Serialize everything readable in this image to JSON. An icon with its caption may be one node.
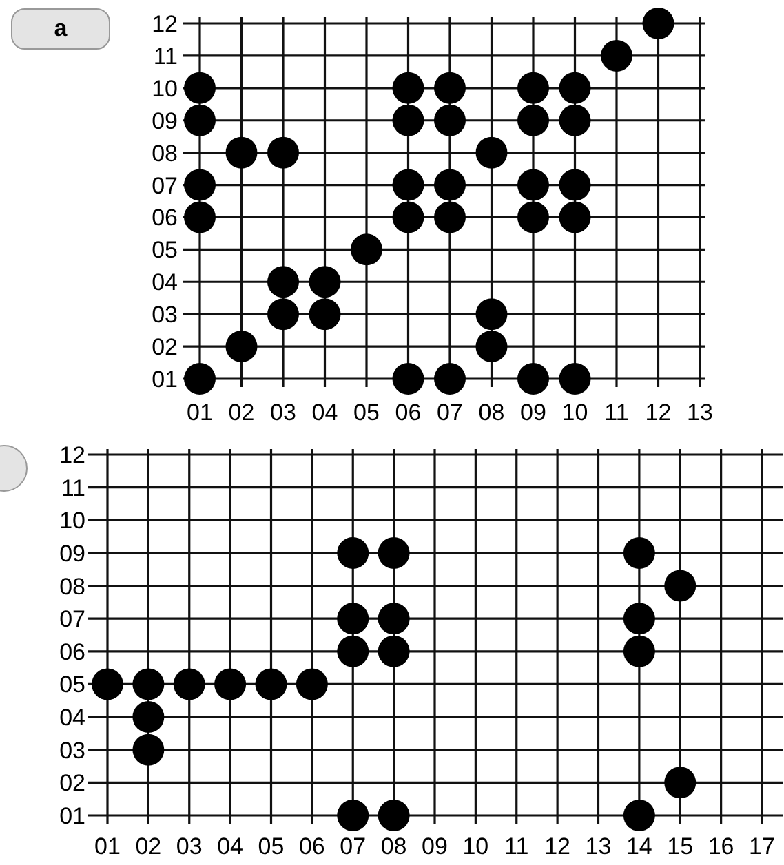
{
  "diagram": {
    "labels": [
      "a"
    ],
    "chart_data": [
      {
        "type": "scatter",
        "grid": true,
        "xlim": [
          1,
          13
        ],
        "ylim": [
          1,
          12
        ],
        "xticks": [
          {
            "value": 1,
            "label": "01"
          },
          {
            "value": 2,
            "label": "02"
          },
          {
            "value": 3,
            "label": "03"
          },
          {
            "value": 4,
            "label": "04"
          },
          {
            "value": 5,
            "label": "05"
          },
          {
            "value": 6,
            "label": "06"
          },
          {
            "value": 7,
            "label": "07"
          },
          {
            "value": 8,
            "label": "08"
          },
          {
            "value": 9,
            "label": "09"
          },
          {
            "value": 10,
            "label": "10"
          },
          {
            "value": 11,
            "label": "11"
          },
          {
            "value": 12,
            "label": "12"
          },
          {
            "value": 13,
            "label": "13"
          }
        ],
        "yticks": [
          {
            "value": 1,
            "label": "01"
          },
          {
            "value": 2,
            "label": "02"
          },
          {
            "value": 3,
            "label": "03"
          },
          {
            "value": 4,
            "label": "04"
          },
          {
            "value": 5,
            "label": "05"
          },
          {
            "value": 6,
            "label": "06"
          },
          {
            "value": 7,
            "label": "07"
          },
          {
            "value": 8,
            "label": "08"
          },
          {
            "value": 9,
            "label": "09"
          },
          {
            "value": 10,
            "label": "10"
          },
          {
            "value": 11,
            "label": "11"
          },
          {
            "value": 12,
            "label": "12"
          }
        ],
        "x": [
          1,
          1,
          1,
          1,
          1,
          2,
          2,
          3,
          3,
          3,
          4,
          4,
          5,
          6,
          6,
          6,
          6,
          6,
          7,
          7,
          7,
          7,
          7,
          8,
          8,
          8,
          9,
          9,
          9,
          9,
          9,
          10,
          10,
          10,
          10,
          10,
          11,
          12
        ],
        "series": [
          {
            "color": "#000000",
            "values": [
              10,
              9,
              7,
              6,
              1,
              8,
              2,
              8,
              4,
              3,
              4,
              3,
              5,
              10,
              9,
              7,
              6,
              1,
              10,
              9,
              7,
              6,
              1,
              8,
              3,
              2,
              10,
              9,
              7,
              6,
              1,
              10,
              9,
              7,
              6,
              1,
              11,
              12
            ]
          }
        ]
      },
      {
        "type": "scatter",
        "grid": true,
        "xlim": [
          1,
          17
        ],
        "ylim": [
          1,
          12
        ],
        "xticks": [
          {
            "value": 1,
            "label": "01"
          },
          {
            "value": 2,
            "label": "02"
          },
          {
            "value": 3,
            "label": "03"
          },
          {
            "value": 4,
            "label": "04"
          },
          {
            "value": 5,
            "label": "05"
          },
          {
            "value": 6,
            "label": "06"
          },
          {
            "value": 7,
            "label": "07"
          },
          {
            "value": 8,
            "label": "08"
          },
          {
            "value": 9,
            "label": "09"
          },
          {
            "value": 10,
            "label": "10"
          },
          {
            "value": 11,
            "label": "11"
          },
          {
            "value": 12,
            "label": "12"
          },
          {
            "value": 13,
            "label": "13"
          },
          {
            "value": 14,
            "label": "14"
          },
          {
            "value": 15,
            "label": "15"
          },
          {
            "value": 16,
            "label": "16"
          },
          {
            "value": 17,
            "label": "17"
          }
        ],
        "yticks": [
          {
            "value": 1,
            "label": "01"
          },
          {
            "value": 2,
            "label": "02"
          },
          {
            "value": 3,
            "label": "03"
          },
          {
            "value": 4,
            "label": "04"
          },
          {
            "value": 5,
            "label": "05"
          },
          {
            "value": 6,
            "label": "06"
          },
          {
            "value": 7,
            "label": "07"
          },
          {
            "value": 8,
            "label": "08"
          },
          {
            "value": 9,
            "label": "09"
          },
          {
            "value": 10,
            "label": "10"
          },
          {
            "value": 11,
            "label": "11"
          },
          {
            "value": 12,
            "label": "12"
          }
        ],
        "x": [
          1,
          2,
          2,
          2,
          3,
          4,
          5,
          6,
          7,
          7,
          7,
          7,
          8,
          8,
          8,
          8,
          14,
          14,
          14,
          14,
          15,
          15
        ],
        "series": [
          {
            "color": "#000000",
            "values": [
              5,
              5,
              4,
              3,
              5,
              5,
              5,
              5,
              9,
              7,
              6,
              1,
              9,
              7,
              6,
              1,
              9,
              7,
              6,
              1,
              8,
              2
            ]
          }
        ]
      }
    ]
  }
}
